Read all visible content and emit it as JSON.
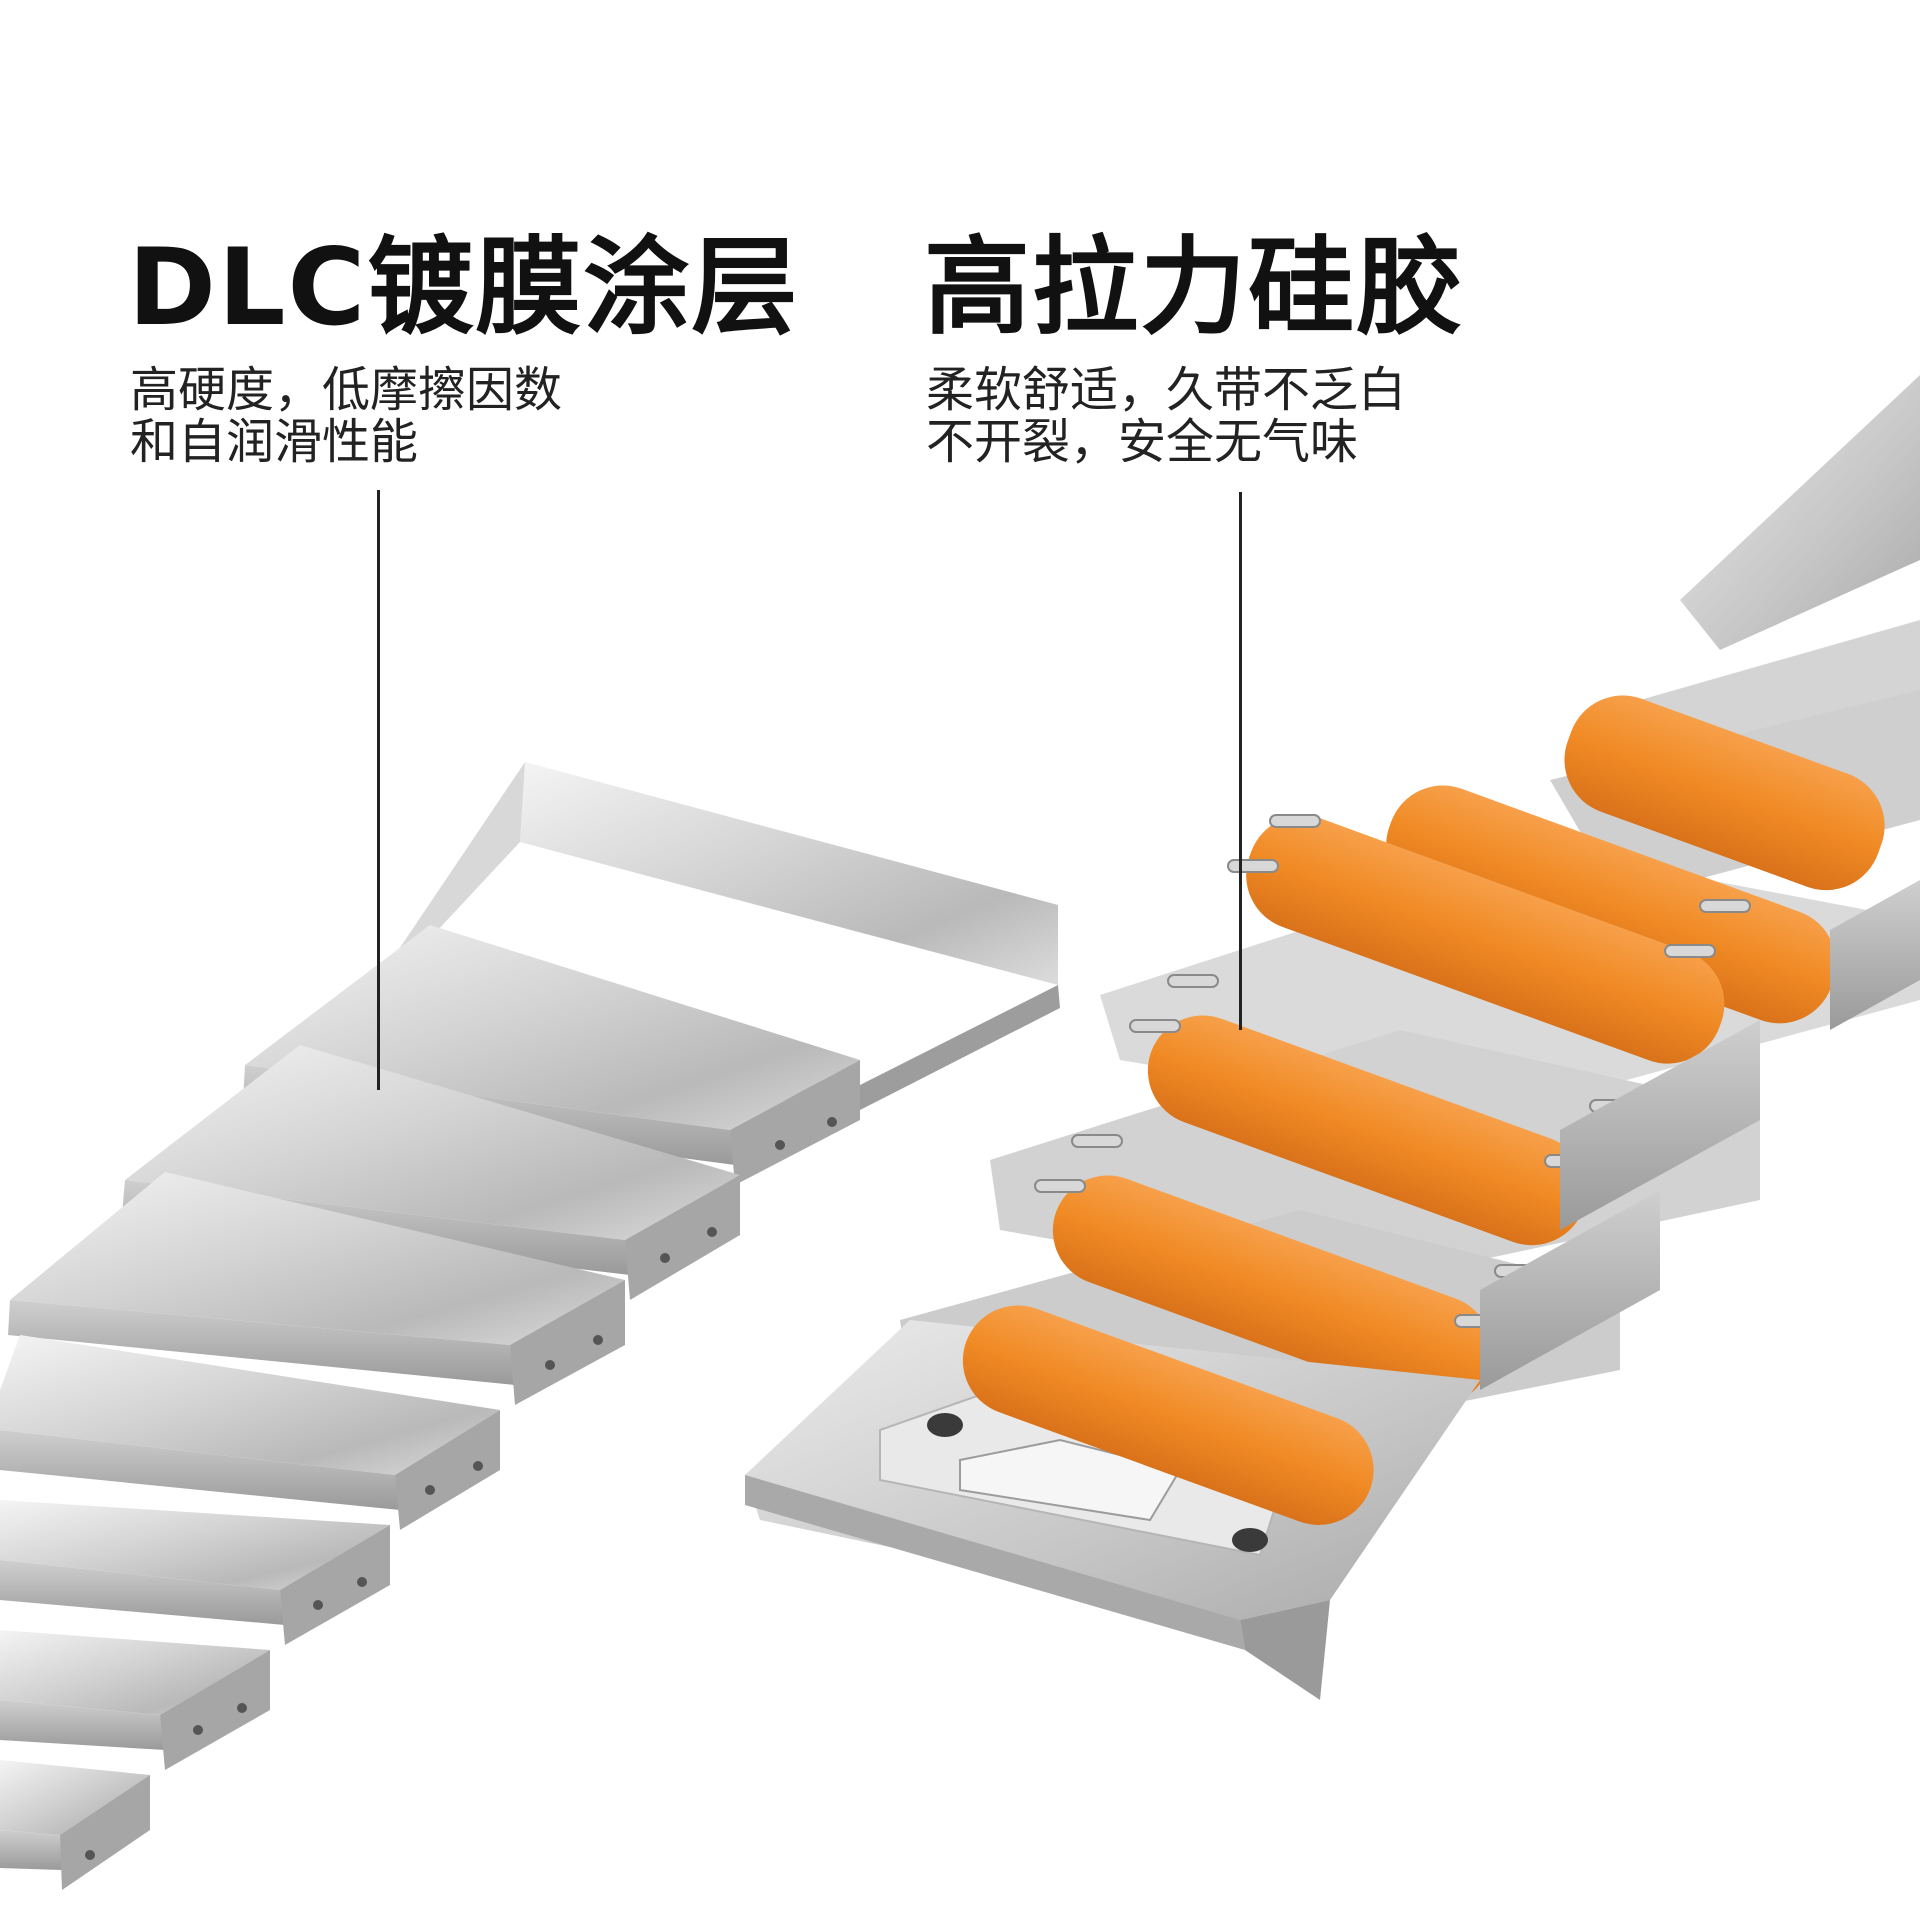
{
  "features": {
    "coating": {
      "title": "DLC镀膜涂层",
      "desc_line1": "高硬度，低摩擦因数",
      "desc_line2": "和自润滑性能"
    },
    "silicone": {
      "title": "高拉力硅胶",
      "desc_line1": "柔软舒适，久带不乏白",
      "desc_line2": "不开裂，安全无气味"
    }
  },
  "colors": {
    "steel_light": "#e6e6e6",
    "steel_mid": "#bdbdbd",
    "steel_dark": "#8e8e8e",
    "silicone_orange": "#f08a24",
    "text": "#111111"
  }
}
